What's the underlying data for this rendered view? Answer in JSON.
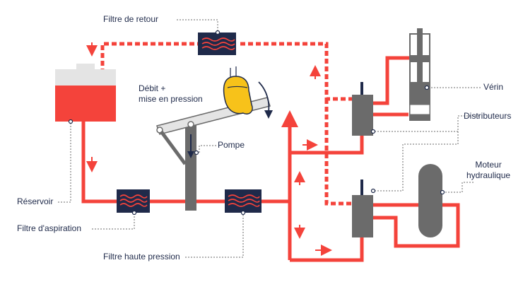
{
  "labels": {
    "return_filter": "Filtre de retour",
    "flow_pressure": "Débit +\nmise en pression",
    "pump": "Pompe",
    "reservoir": "Réservoir",
    "suction_filter": "Filtre d'aspiration",
    "high_pressure_filter": "Filtre haute pression",
    "cylinder": "Vérin",
    "distributors": "Distributeurs",
    "hydraulic_motor": "Moteur\nhydraulique"
  },
  "colors": {
    "fluid_red": "#f4433b",
    "navy": "#1f2a4a",
    "grey": "#6b6b6b",
    "light_grey": "#e4e4e4",
    "hand_yellow": "#f7c21a"
  }
}
